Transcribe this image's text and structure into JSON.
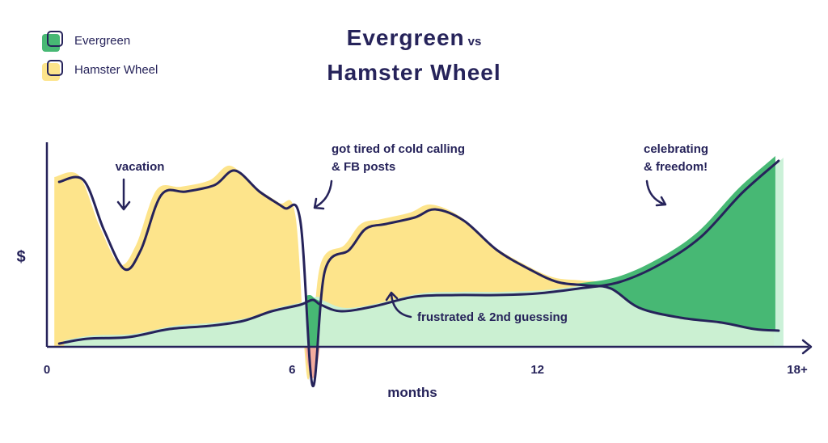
{
  "chart_data": {
    "type": "area",
    "title_main": "Evergreen",
    "title_vs": "vs",
    "title_second": "Hamster Wheel",
    "xlabel": "months",
    "ylabel": "$",
    "xlim": [
      0,
      18
    ],
    "x_ticks": [
      {
        "value": 0,
        "label": "0"
      },
      {
        "value": 6,
        "label": "6"
      },
      {
        "value": 12,
        "label": "12"
      },
      {
        "value": 18,
        "label": "18+"
      }
    ],
    "legend_position": "top-left",
    "series": [
      {
        "name": "Evergreen",
        "color": "#47b874",
        "light_color": "#c8f0d6",
        "x": [
          0.3,
          1.0,
          2.0,
          3.0,
          4.0,
          4.8,
          5.5,
          6.2,
          6.5,
          6.7,
          7.2,
          8.0,
          9.0,
          10.0,
          11.0,
          12.0,
          13.0,
          14.0,
          15.0,
          16.0,
          17.0,
          17.9
        ],
        "values": [
          2,
          5,
          6,
          11,
          13,
          16,
          22,
          26,
          29,
          26,
          22,
          25,
          31,
          32,
          32,
          33,
          36,
          40,
          51,
          68,
          95,
          115
        ]
      },
      {
        "name": "Hamster Wheel",
        "color": "#fde48b",
        "light_color": "#f4ac9e",
        "x": [
          0.3,
          0.9,
          1.4,
          1.9,
          2.3,
          2.8,
          3.4,
          4.1,
          4.6,
          5.2,
          5.8,
          6.2,
          6.5,
          6.8,
          7.4,
          7.8,
          8.3,
          9.0,
          9.5,
          10.2,
          11.0,
          11.8,
          12.5,
          13.2,
          13.8,
          14.5,
          15.5,
          16.5,
          17.3,
          17.9
        ],
        "values": [
          102,
          103,
          72,
          48,
          60,
          94,
          96,
          100,
          109,
          96,
          86,
          78,
          -24,
          47,
          60,
          73,
          76,
          80,
          85,
          78,
          60,
          48,
          40,
          38,
          36,
          24,
          18,
          15,
          11,
          10
        ]
      }
    ],
    "annotations": [
      {
        "text": "vacation",
        "x": 1.9
      },
      {
        "text_line1": "got tired of cold calling",
        "text_line2": "& FB posts",
        "x": 6.5
      },
      {
        "text": "frustrated & 2nd guessing",
        "x": 8.4
      },
      {
        "text_line1": "celebrating",
        "text_line2": "& freedom!",
        "x": 15.2
      }
    ]
  }
}
